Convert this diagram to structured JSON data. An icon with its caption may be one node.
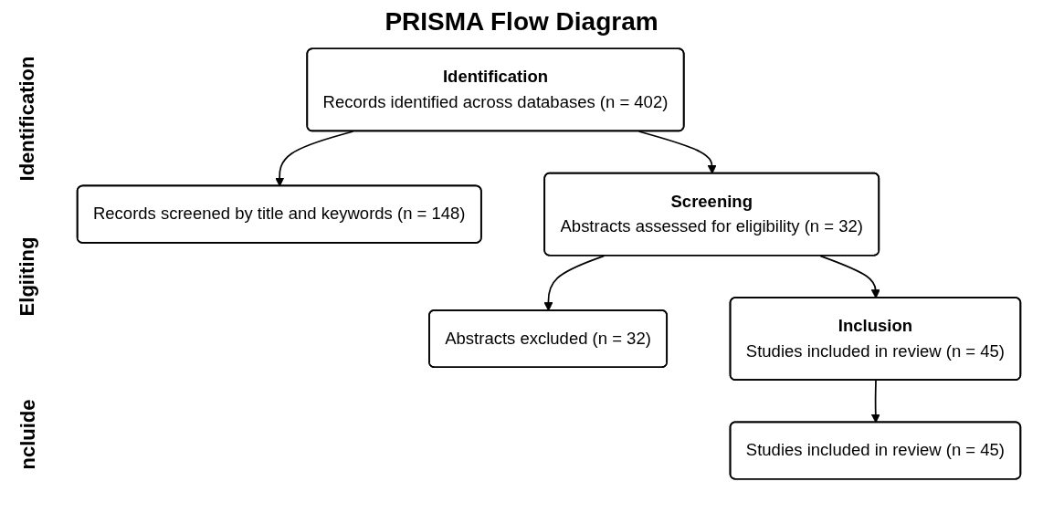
{
  "diagram": {
    "title": "PRISMA Flow Diagram",
    "nodes": [
      {
        "text": [
          "Identification",
          "Records identified across databases (n = 402)"
        ]
      },
      {
        "text": [
          "Records screened by title and keywords (n = 148)"
        ]
      },
      {
        "text": [
          "Screening",
          "Abstracts assessed for eligibility (n = 32)"
        ]
      },
      {
        "text": [
          "Abstracts excluded (n = 32)"
        ]
      },
      {
        "text": [
          "Inclusion",
          "Studies included in review (n = 45)"
        ]
      },
      {
        "text": [
          "Studies included in review (n = 45)"
        ]
      }
    ],
    "edges": [
      {
        "from": 0,
        "to": 1,
        "arrow": "to"
      },
      {
        "from": 0,
        "to": 2,
        "arrow": "to"
      },
      {
        "from": 2,
        "to": 3,
        "arrow": "to"
      },
      {
        "from": 2,
        "to": 4,
        "arrow": "to"
      },
      {
        "from": 4,
        "to": 5,
        "arrow": "to"
      }
    ],
    "labels": [
      "Identification",
      "Elgiiting",
      "ncluide"
    ]
  }
}
